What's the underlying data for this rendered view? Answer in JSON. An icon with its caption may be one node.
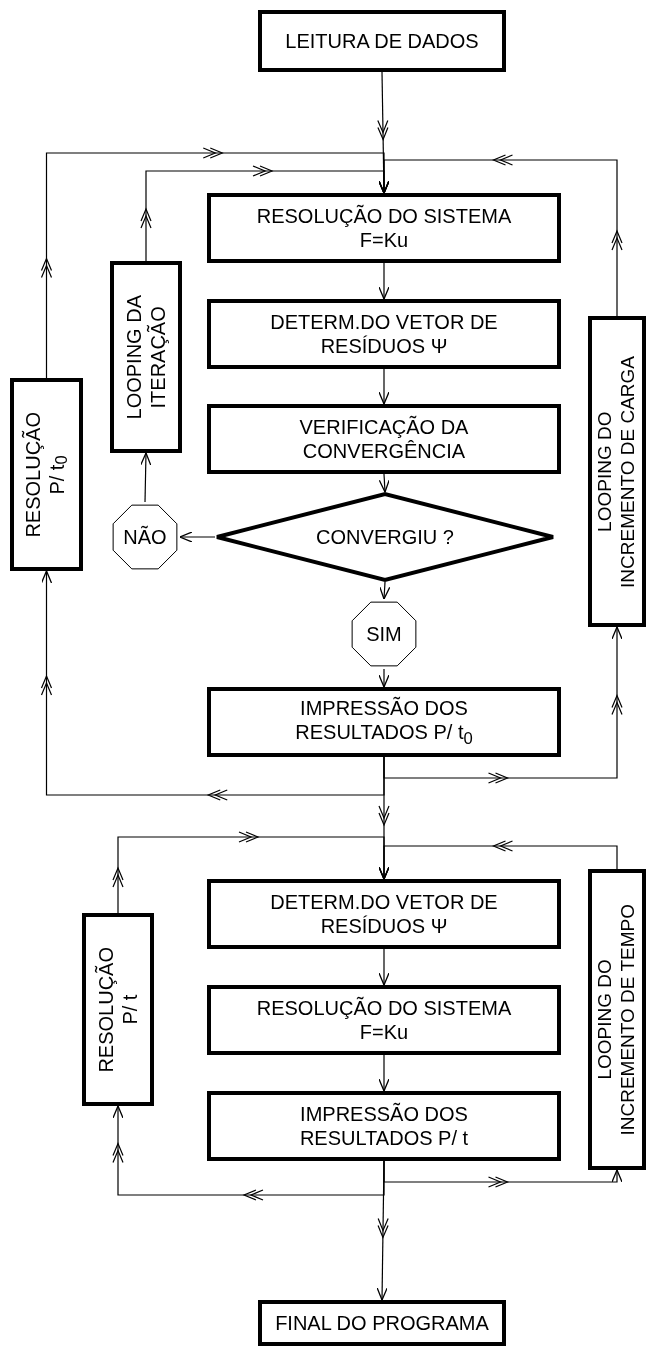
{
  "diagram": {
    "nodes": [
      {
        "text": [
          "LEITURA DE DADOS"
        ]
      },
      {
        "text": [
          "RESOLUÇÃO DO SISTEMA F=Ku"
        ]
      },
      {
        "text": [
          "DETERM.DO VETOR DE RESÍDUOS Ψ"
        ]
      },
      {
        "text": [
          "VERIFICAÇÃO DA CONVERGÊNCIA"
        ]
      },
      {
        "text": [
          "CONVERGIU ?"
        ]
      },
      {
        "text": [
          "NÃO"
        ]
      },
      {
        "text": [
          "SIM"
        ]
      },
      {
        "text": [
          "IMPRESSÃO DOS RESULTADOS P/ t$_{0}$"
        ]
      },
      {
        "text": [
          "LOOPING DA ITERAÇÃO"
        ]
      },
      {
        "text": [
          "RESOLUÇÃO P/ t$_{0}$"
        ]
      },
      {
        "text": [
          "LOOPING DO INCREMENTO DE CARGA"
        ]
      },
      {
        "text": [
          "DETERM.DO VETOR DE RESÍDUOS Ψ"
        ]
      },
      {
        "text": [
          "RESOLUÇÃO DO SISTEMA F=Ku"
        ]
      },
      {
        "text": [
          "IMPRESSÃO DOS RESULTADOS P/ t"
        ]
      },
      {
        "text": [
          "RESOLUÇÃO P/ t"
        ]
      },
      {
        "text": [
          "LOOPING DO INCREMENTO DE TEMPO"
        ]
      },
      {
        "text": [
          "FINAL DO PROGRAMA"
        ]
      }
    ],
    "edges": [
      {
        "from": 0,
        "to": 1,
        "arrow": "to"
      },
      {
        "from": 1,
        "to": 2,
        "arrow": "to"
      },
      {
        "from": 2,
        "to": 3,
        "arrow": "to"
      },
      {
        "from": 3,
        "to": 4,
        "arrow": "to"
      },
      {
        "from": 4,
        "to": 5,
        "arrow": "to"
      },
      {
        "from": 4,
        "to": 6,
        "arrow": "to"
      },
      {
        "from": 6,
        "to": 7,
        "arrow": "to"
      },
      {
        "from": 5,
        "to": 8,
        "arrow": "to"
      },
      {
        "from": 8,
        "to": 1,
        "arrow": "to"
      },
      {
        "from": 7,
        "to": 9,
        "arrow": "to"
      },
      {
        "from": 9,
        "to": 1,
        "arrow": "to"
      },
      {
        "from": 7,
        "to": 10,
        "arrow": "to"
      },
      {
        "from": 10,
        "to": 1,
        "arrow": "to"
      },
      {
        "from": 7,
        "to": 11,
        "arrow": "to"
      },
      {
        "from": 11,
        "to": 12,
        "arrow": "to"
      },
      {
        "from": 12,
        "to": 13,
        "arrow": "to"
      },
      {
        "from": 13,
        "to": 14,
        "arrow": "to"
      },
      {
        "from": 14,
        "to": 11,
        "arrow": "to"
      },
      {
        "from": 13,
        "to": 15,
        "arrow": "to"
      },
      {
        "from": 15,
        "to": 11,
        "arrow": "to"
      },
      {
        "from": 13,
        "to": 16,
        "arrow": "to"
      }
    ]
  }
}
